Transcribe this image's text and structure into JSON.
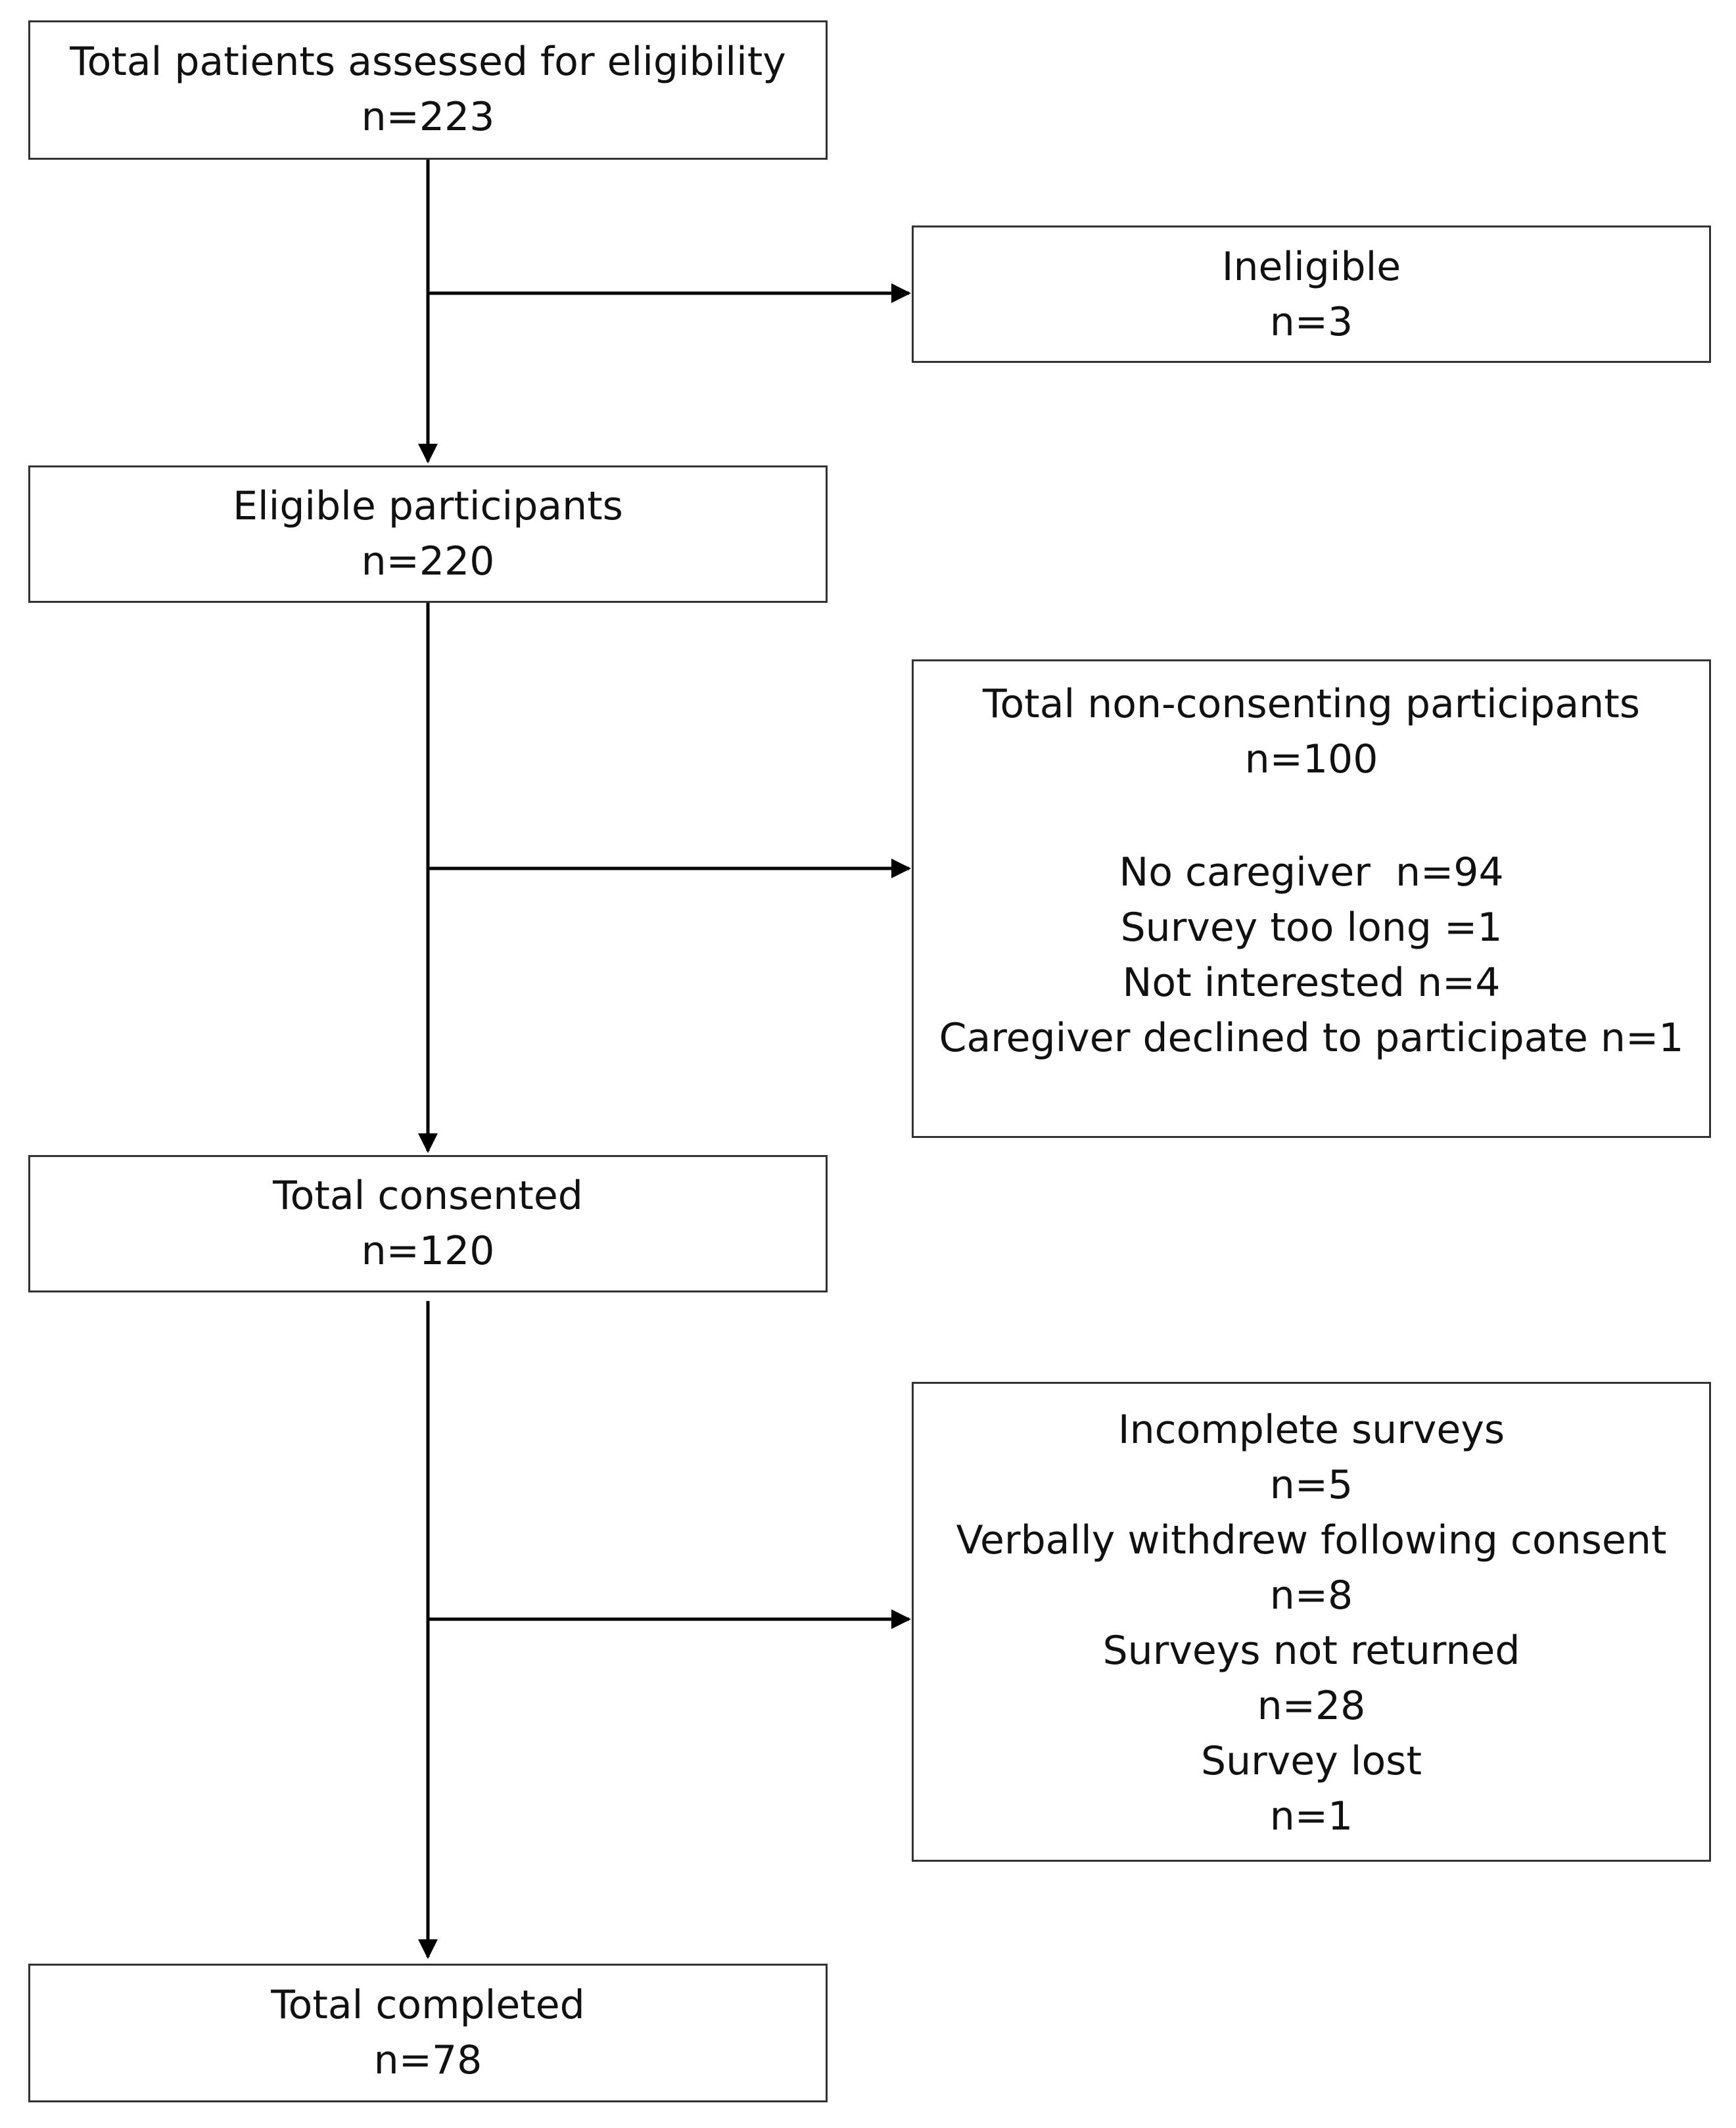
{
  "diagram": {
    "main_boxes": [
      {
        "id": "assessed",
        "label": "Total patients assessed for eligibility",
        "count": "n=223"
      },
      {
        "id": "eligible",
        "label": "Eligible participants",
        "count": "n=220"
      },
      {
        "id": "consented",
        "label": "Total consented",
        "count": "n=120"
      },
      {
        "id": "completed",
        "label": "Total completed",
        "count": "n=78"
      }
    ],
    "side_boxes": {
      "ineligible": {
        "label": "Ineligible",
        "count": "n=3"
      },
      "non_consenting": {
        "label": "Total non-consenting participants",
        "count": "n=100",
        "reasons": [
          "No caregiver  n=94",
          "Survey too long =1",
          "Not interested n=4",
          "Caregiver declined to participate n=1"
        ]
      },
      "exclusions": {
        "lines": [
          "Incomplete surveys",
          "n=5",
          "Verbally withdrew following consent",
          "n=8",
          "Surveys not returned",
          "n=28",
          "Survey lost",
          "n=1"
        ]
      }
    },
    "colors": {
      "border": "#333333",
      "arrow": "#000000",
      "text": "#111111",
      "background": "#ffffff"
    }
  }
}
